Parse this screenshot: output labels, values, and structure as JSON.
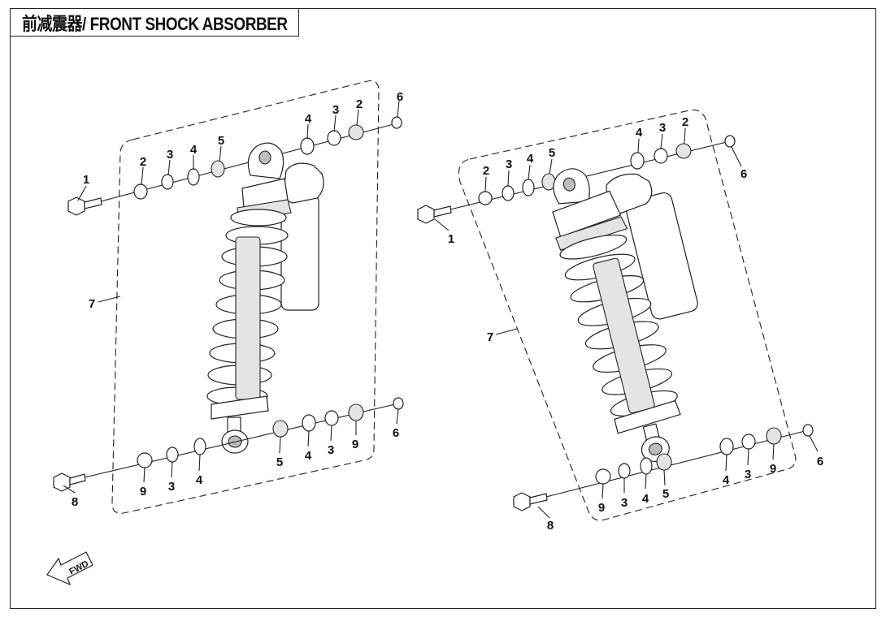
{
  "title": {
    "cn": "前减震器",
    "en": "FRONT SHOCK ABSORBER",
    "separator": "/ "
  },
  "fwd_label": "FWD",
  "callouts": {
    "left_top": [
      "1",
      "2",
      "3",
      "4",
      "5",
      "4",
      "3",
      "2",
      "6"
    ],
    "left_side": [
      "7"
    ],
    "left_bottom": [
      "8",
      "9",
      "3",
      "4",
      "5",
      "4",
      "3",
      "9",
      "6"
    ],
    "right_top": [
      "1",
      "2",
      "3",
      "4",
      "5",
      "4",
      "3",
      "2",
      "6"
    ],
    "right_side": [
      "7"
    ],
    "right_bottom": [
      "8",
      "9",
      "3",
      "4",
      "5",
      "4",
      "3",
      "9",
      "6"
    ]
  }
}
